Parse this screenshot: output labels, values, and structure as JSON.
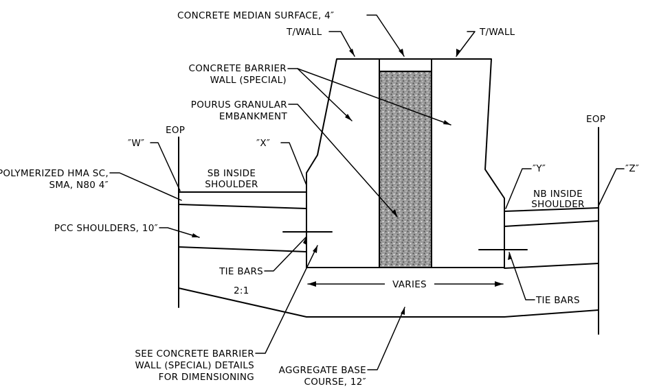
{
  "labels": {
    "median_surface": "CONCRETE MEDIAN SURFACE, 4″",
    "twall_left": "T/WALL",
    "twall_right": "T/WALL",
    "barrier_line1": "CONCRETE BARRIER",
    "barrier_line2": "WALL (SPECIAL)",
    "granular_line1": "POURUS GRANULAR",
    "granular_line2": "EMBANKMENT",
    "eop_left": "EOP",
    "eop_right": "EOP",
    "point_w": "″W″",
    "point_x": "″X″",
    "point_y": "″Y″",
    "point_z": "″Z″",
    "hma_line1": "POLYMERIZED HMA SC,",
    "hma_line2": "SMA, N80 4″",
    "sb_line1": "SB INSIDE",
    "sb_line2": "SHOULDER",
    "nb_line1": "NB INSIDE",
    "nb_line2": "SHOULDER",
    "pcc": "PCC SHOULDERS, 10″",
    "tie_left": "TIE BARS",
    "tie_right": "TIE BARS",
    "varies": "VARIES",
    "slope": "2:1",
    "see_line1": "SEE CONCRETE BARRIER",
    "see_line2": "WALL (SPECIAL) DETAILS",
    "see_line3": "FOR DIMENSIONING",
    "agg_line1": "AGGREGATE BASE",
    "agg_line2": "COURSE, 12″"
  },
  "colors": {
    "ink": "#000000",
    "fill_granular": "#8a8a8a",
    "background": "#ffffff"
  }
}
